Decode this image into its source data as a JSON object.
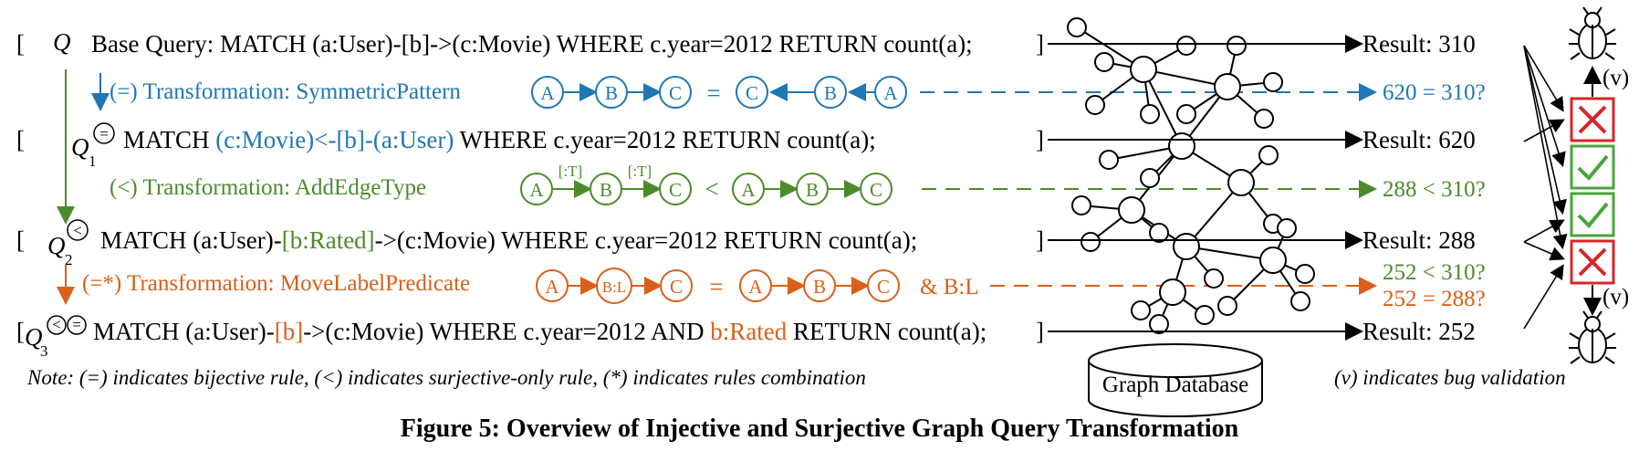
{
  "colors": {
    "blue": "#1f77b4",
    "green": "#4b8b2b",
    "orange": "#d8601a",
    "red": "#d62728",
    "check": "#4aa43c"
  },
  "queries": [
    {
      "sym": "Q",
      "sub": "",
      "sup": "",
      "text": "Base Query: MATCH (a:User)-[b]->(c:Movie) WHERE c.year=2012 RETURN count(a);"
    },
    {
      "sym": "Q",
      "sub": "1",
      "sup": "=",
      "pre": "MATCH ",
      "hl": "(c:Movie)<-[b]-(a:User)",
      "post": " WHERE c.year=2012 RETURN count(a);"
    },
    {
      "sym": "Q",
      "sub": "2",
      "sup": "<",
      "pre": "MATCH (a:User)-",
      "hl": "[b:Rated]",
      "post": "->(c:Movie) WHERE c.year=2012 RETURN count(a);"
    },
    {
      "sym": "Q",
      "sub": "3",
      "sup": "<=",
      "pre": "MATCH (a:User)-",
      "hl": "[b]",
      "mid": "->(c:Movie) WHERE c.year=2012 AND ",
      "hl2": "b:Rated",
      "post": " RETURN count(a);"
    }
  ],
  "transformations": [
    {
      "label": "(=) Transformation: SymmetricPattern",
      "check": "620 = 310?"
    },
    {
      "label": "(<) Transformation: AddEdgeType",
      "check": "288 < 310?",
      "edge_label": "[:T]"
    },
    {
      "label": "(=*) Transformation: MoveLabelPredicate",
      "check1": "252 < 310?",
      "check2": "252 = 288?",
      "suffix": "& B:L"
    }
  ],
  "nodes": {
    "a": "A",
    "b": "B",
    "c": "C",
    "bl": "B:L"
  },
  "ops": {
    "eq": "=",
    "lt": "<"
  },
  "results": [
    "Result: 310",
    "Result: 620",
    "Result: 288",
    "Result: 252"
  ],
  "db_label": "Graph Database",
  "validation": "(v)",
  "note": "Note: (=) indicates bijective rule, (<) indicates surjective-only rule, (*) indicates rules combination",
  "note_right": "(v) indicates bug validation",
  "caption": "Figure 5: Overview of Injective and Surjective Graph Query Transformation",
  "verdicts": [
    "fail",
    "pass",
    "pass",
    "fail"
  ]
}
